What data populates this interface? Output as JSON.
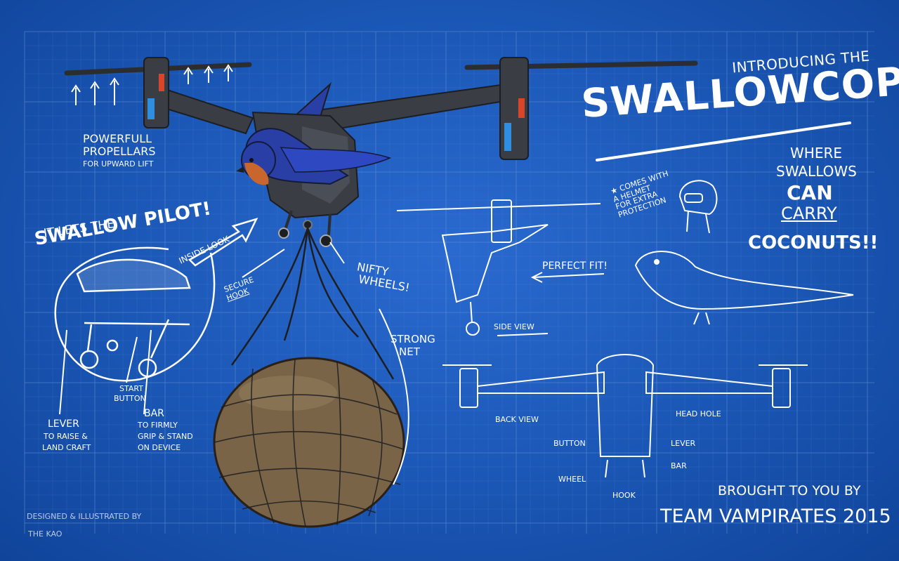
{
  "poster": {
    "intro": "INTRODUCING THE",
    "title": "SWALLOWCOPTER",
    "tagline": [
      "WHERE",
      "SWALLOWS",
      "CAN",
      "CARRY",
      "COCONUTS!!"
    ],
    "helmet_note": [
      "★ COMES WITH",
      "A HELMET",
      "FOR EXTRA",
      "PROTECTION"
    ],
    "propellers": {
      "title_1": "POWERFULL",
      "title_2": "PROPELLARS",
      "sub": "FOR UPWARD LIFT"
    },
    "pilot": {
      "line1": "IT LETS THE",
      "line2": "SWALLOW PILOT!",
      "inside_look": "INSIDE LOOK"
    },
    "secure_hook": [
      "SECURE",
      "HOOK"
    ],
    "nifty_wheels": [
      "NIFTY",
      "WHEELS!"
    ],
    "strong_net": [
      "STRONG",
      "NET"
    ],
    "start_button": [
      "START",
      "BUTTON"
    ],
    "lever_note": [
      "LEVER",
      "TO RAISE &",
      "LAND CRAFT"
    ],
    "bar_note": [
      "BAR",
      "TO FIRMLY",
      "GRIP & STAND",
      "ON DEVICE"
    ],
    "perfect_fit": "PERFECT FIT!",
    "side_view": "SIDE VIEW",
    "back_view": "BACK VIEW",
    "back_labels": {
      "head_hole": "HEAD HOLE",
      "button": "BUTTON",
      "lever": "LEVER",
      "bar": "BAR",
      "wheel": "WHEEL",
      "hook": "HOOK"
    },
    "credits": {
      "line1": "DESIGNED & ILLUSTRATED BY",
      "line2": "THE KAO"
    },
    "brought": "BROUGHT TO YOU BY",
    "team": "TEAM VAMPIRATES 2015"
  },
  "colors": {
    "background": "#1a56b4",
    "grid": "#5f8fd8",
    "ink": "#ffffff",
    "drone_body": "#3a3d44",
    "drone_accent": "#2f8ee0",
    "drone_red": "#d8452a",
    "coconut": "#7a6448",
    "swallow_blue": "#2a3fa6",
    "swallow_face": "#c8662e"
  }
}
